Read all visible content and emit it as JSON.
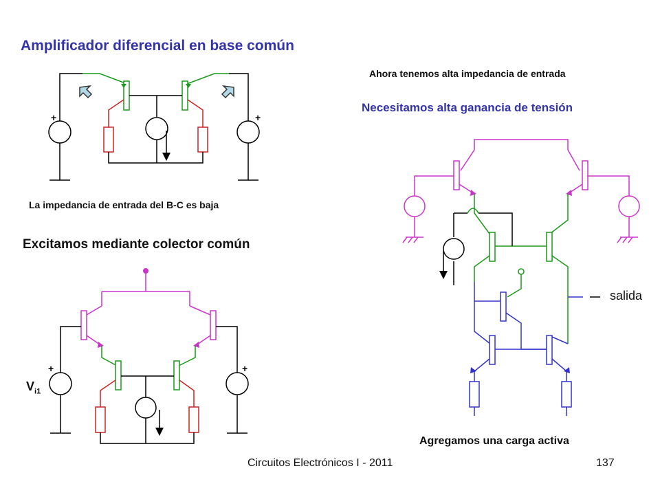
{
  "title": "Amplificador diferencial en base común",
  "notes": {
    "high_input_impedance": "Ahora tenemos alta impedancia de entrada",
    "need_voltage_gain": "Necesitamos alta ganancia de tensión",
    "low_input_impedance": "La impedancia de entrada del B-C es baja",
    "drive_common_collector": "Excitamos mediante colector común",
    "active_load": "Agregamos una carga activa"
  },
  "labels": {
    "output": "salida",
    "vi_main": "V",
    "vi_sub": "i1",
    "plus": "+"
  },
  "footer": {
    "course": "Circuitos Electrónicos I - 2011",
    "page": "137"
  },
  "colors": {
    "title": "#3333aa",
    "wire_black": "#000000",
    "wire_green": "#1a9a1a",
    "wire_magenta": "#cc33cc",
    "wire_blue": "#3333cc",
    "wire_red": "#cc2222"
  }
}
